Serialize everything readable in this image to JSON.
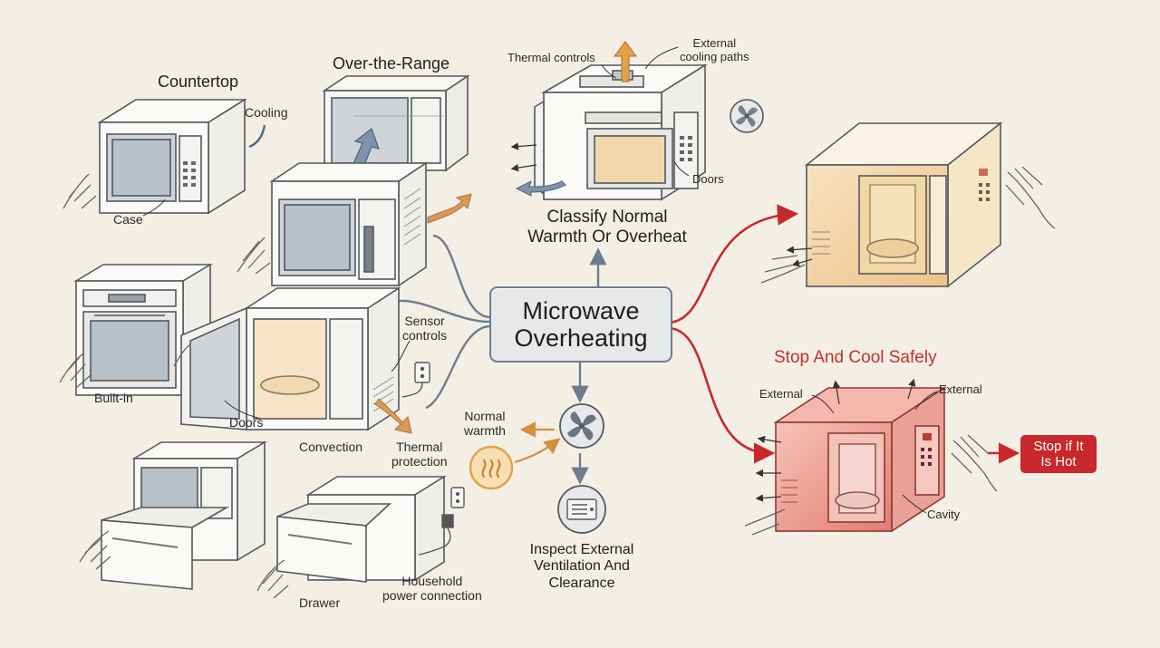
{
  "center": {
    "line1": "Microwave",
    "line2": "Overheating"
  },
  "types": {
    "countertop": "Countertop",
    "over_the_range": "Over-the-Range",
    "built_in": "Built-in",
    "convection": "Convection",
    "drawer": "Drawer"
  },
  "labels": {
    "cooling": "Cooling",
    "case": "Case",
    "doors_left": "Doors",
    "sensor_controls_1": "Sensor",
    "sensor_controls_2": "controls",
    "thermal_protection_1": "Thermal",
    "thermal_protection_2": "protection",
    "household_power_1": "Household",
    "household_power_2": "power connection",
    "thermal_controls": "Thermal controls",
    "external_cooling_1": "External",
    "external_cooling_2": "cooling paths",
    "doors_top": "Doors",
    "normal_warmth_1": "Normal",
    "normal_warmth_2": "warmth",
    "external_left": "External",
    "external_right": "External",
    "cavity": "Cavity"
  },
  "steps": {
    "classify_1": "Classify Normal",
    "classify_2": "Warmth Or Overheat",
    "inspect_1": "Inspect External",
    "inspect_2": "Ventilation And",
    "inspect_3": "Clearance",
    "stop_cool": "Stop And Cool Safely",
    "stop_btn_1": "Stop if It",
    "stop_btn_2": "Is Hot"
  },
  "colors": {
    "background": "#f4efe4",
    "connector": "#6d7d90",
    "hot_red": "#c8282c",
    "warm_orange": "#e3a24a",
    "airflow_arrow": "#c98a4b"
  }
}
